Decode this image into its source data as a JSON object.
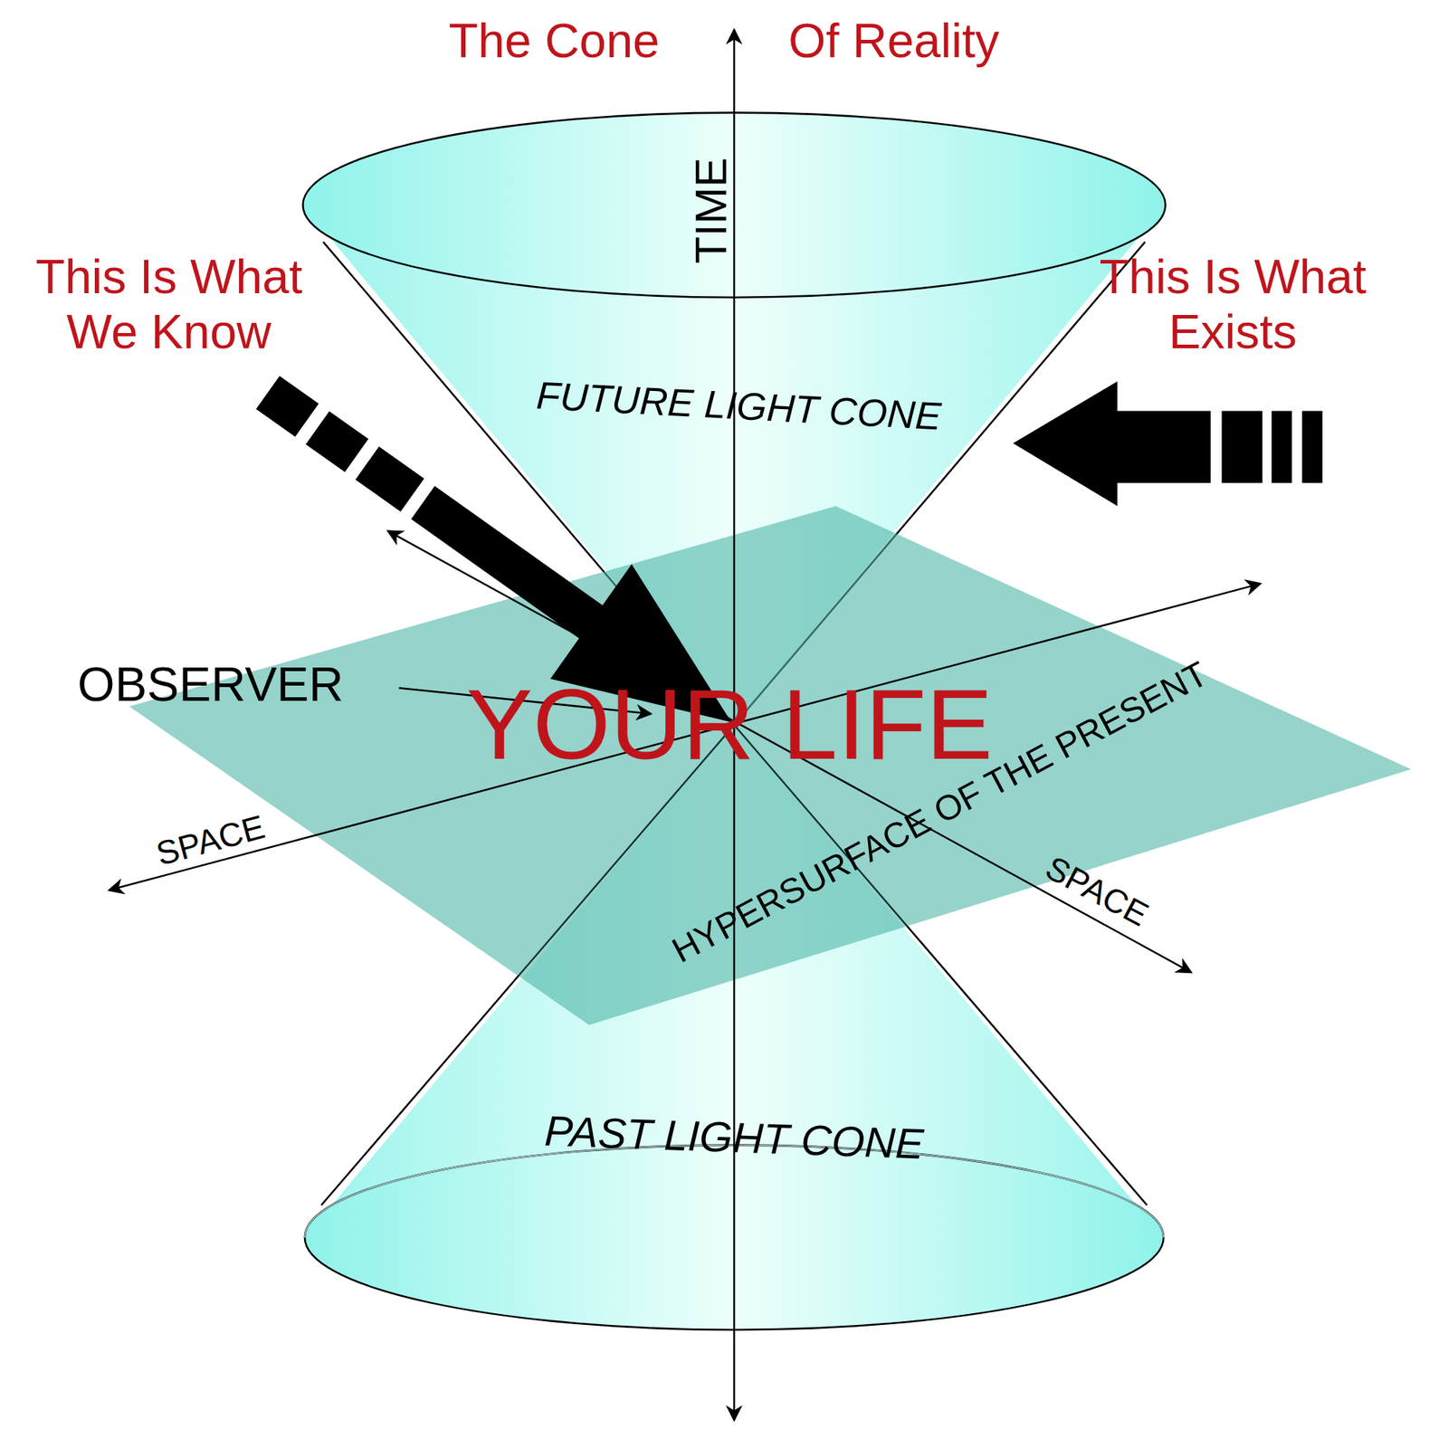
{
  "diagram": {
    "labels": [
      "The Cone",
      "Of Reality",
      "TIME",
      "This Is What We Know",
      "This Is What Exists",
      "FUTURE LIGHT CONE",
      "OBSERVER",
      "YOUR LIFE",
      "HYPERSURFACE OF THE PRESENT",
      "SPACE",
      "SPACE",
      "PAST LIGHT CONE"
    ]
  }
}
